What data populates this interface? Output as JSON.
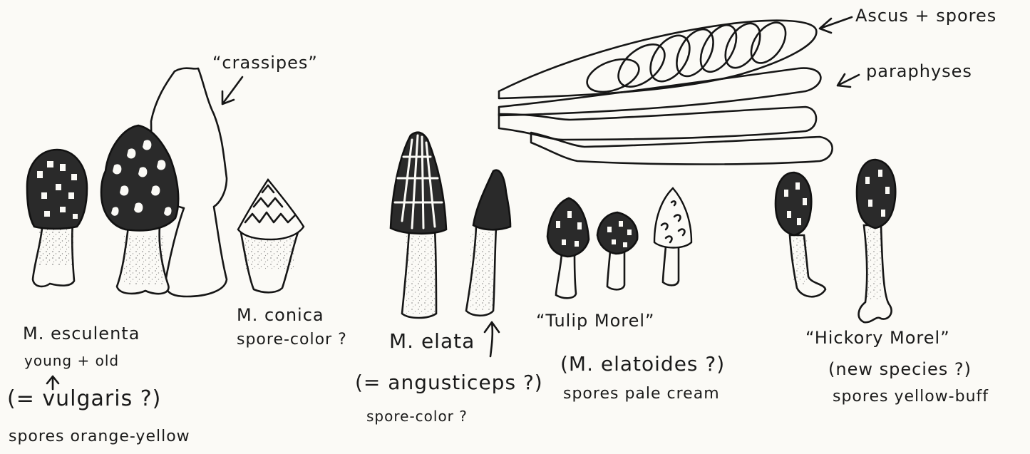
{
  "annotations": {
    "ascus": "Ascus + spores",
    "paraphyses": "paraphyses",
    "crassipes": "“crassipes”"
  },
  "species": {
    "esculenta": {
      "name": "M. esculenta",
      "note": "young + old",
      "synonym": "(= vulgaris ?)",
      "spores": "spores orange-yellow"
    },
    "conica": {
      "name": "M. conica",
      "spores": "spore-color ?"
    },
    "elata": {
      "name": "M. elata",
      "synonym": "(= angusticeps ?)",
      "spores": "spore-color ?"
    },
    "tulip": {
      "name": "“Tulip Morel”",
      "synonym": "(M. elatoides ?)",
      "spores": "spores pale cream"
    },
    "hickory": {
      "name": "“Hickory Morel”",
      "synonym": "(new species ?)",
      "spores": "spores yellow-buff"
    }
  },
  "colors": {
    "ink": "#161616",
    "paper": "#fbfaf6"
  }
}
